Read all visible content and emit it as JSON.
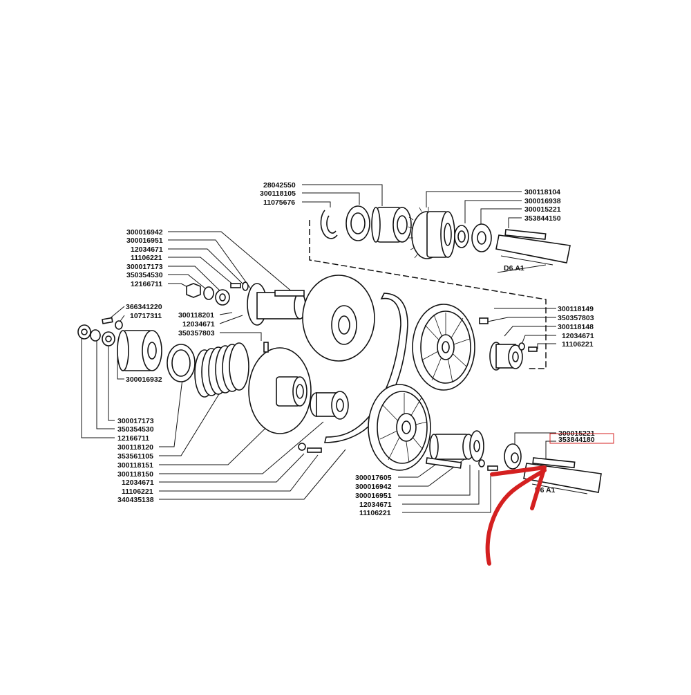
{
  "diagram": {
    "top_assembly": {
      "callouts": [
        "28042550",
        "300118105",
        "11075676",
        "300118104",
        "300016938",
        "300015221",
        "353844150"
      ],
      "shaft_ref": "D6.A1"
    },
    "left_assembly": {
      "callouts_upper": [
        "300016942",
        "300016951",
        "12034671",
        "11106221",
        "300017173",
        "350354530",
        "12166711"
      ],
      "callouts_mid": [
        "366341220",
        "10717311",
        "300118201",
        "12034671",
        "350357803",
        "300016932"
      ],
      "callouts_lower": [
        "300017173",
        "350354530",
        "12166711",
        "300118120",
        "353561105",
        "300118151",
        "300118150",
        "12034671",
        "11106221",
        "340435138"
      ]
    },
    "right_assembly": {
      "callouts": [
        "300118149",
        "350357803",
        "300118148",
        "12034671",
        "11106221"
      ]
    },
    "bottom_assembly": {
      "callouts_left": [
        "300017605",
        "300016942",
        "300016951",
        "12034671",
        "11106221"
      ],
      "callouts_right": [
        "300015221",
        "353844180"
      ],
      "highlighted": "353844180",
      "shaft_ref": "D6 A1"
    },
    "colors": {
      "ink": "#111111",
      "highlight": "#d42020",
      "background": "#ffffff"
    }
  }
}
